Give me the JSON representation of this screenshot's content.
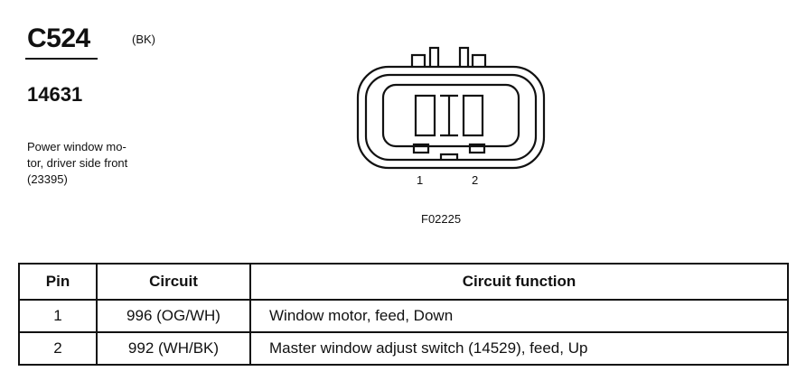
{
  "header": {
    "connector_id": "C524",
    "wire_color": "(BK)",
    "part_number": "14631",
    "description_lines": [
      "Power window mo-",
      "tor, driver side front",
      "(23395)"
    ]
  },
  "figure": {
    "pin_labels": [
      "1",
      "2"
    ],
    "figure_id": "F02225"
  },
  "table": {
    "headers": {
      "pin": "Pin",
      "circuit": "Circuit",
      "function": "Circuit function"
    },
    "rows": [
      {
        "pin": "1",
        "circuit": "996 (OG/WH)",
        "function": "Window motor, feed, Down"
      },
      {
        "pin": "2",
        "circuit": "992 (WH/BK)",
        "function": "Master window adjust switch (14529), feed, Up"
      }
    ]
  }
}
